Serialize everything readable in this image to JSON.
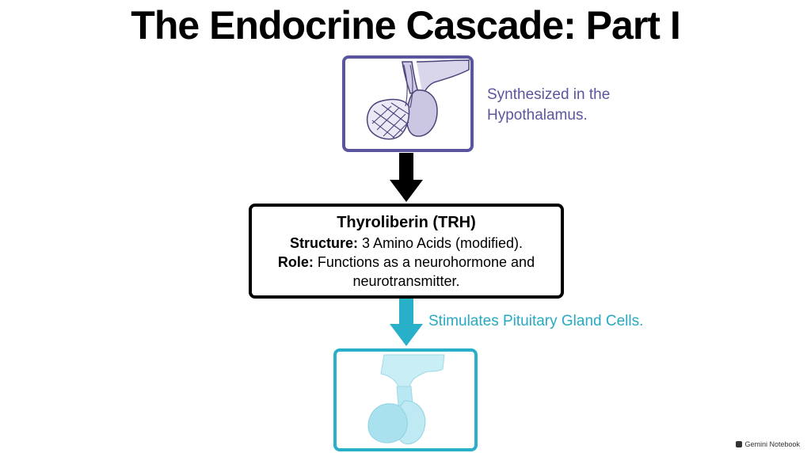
{
  "slide": {
    "title": "The Endocrine Cascade: Part I"
  },
  "top_image": {
    "caption_line1": "Synthesized in the",
    "caption_line2": "Hypothalamus.",
    "border_color": "#5b559f"
  },
  "info_box": {
    "title": "Thyroliberin (TRH)",
    "structure_label": "Structure:",
    "structure_text": " 3 Amino Acids (modified).",
    "role_label": "Role:",
    "role_text_line1": " Functions as a neurohormone and",
    "role_text_line2": "neurotransmitter."
  },
  "bottom_image": {
    "caption": "Stimulates Pituitary Gland Cells.",
    "border_color": "#27b0c8"
  },
  "watermark": {
    "text": "Gemini Notebook"
  },
  "arrows": {
    "top_color": "#000000",
    "bottom_color": "#27b0c8"
  }
}
